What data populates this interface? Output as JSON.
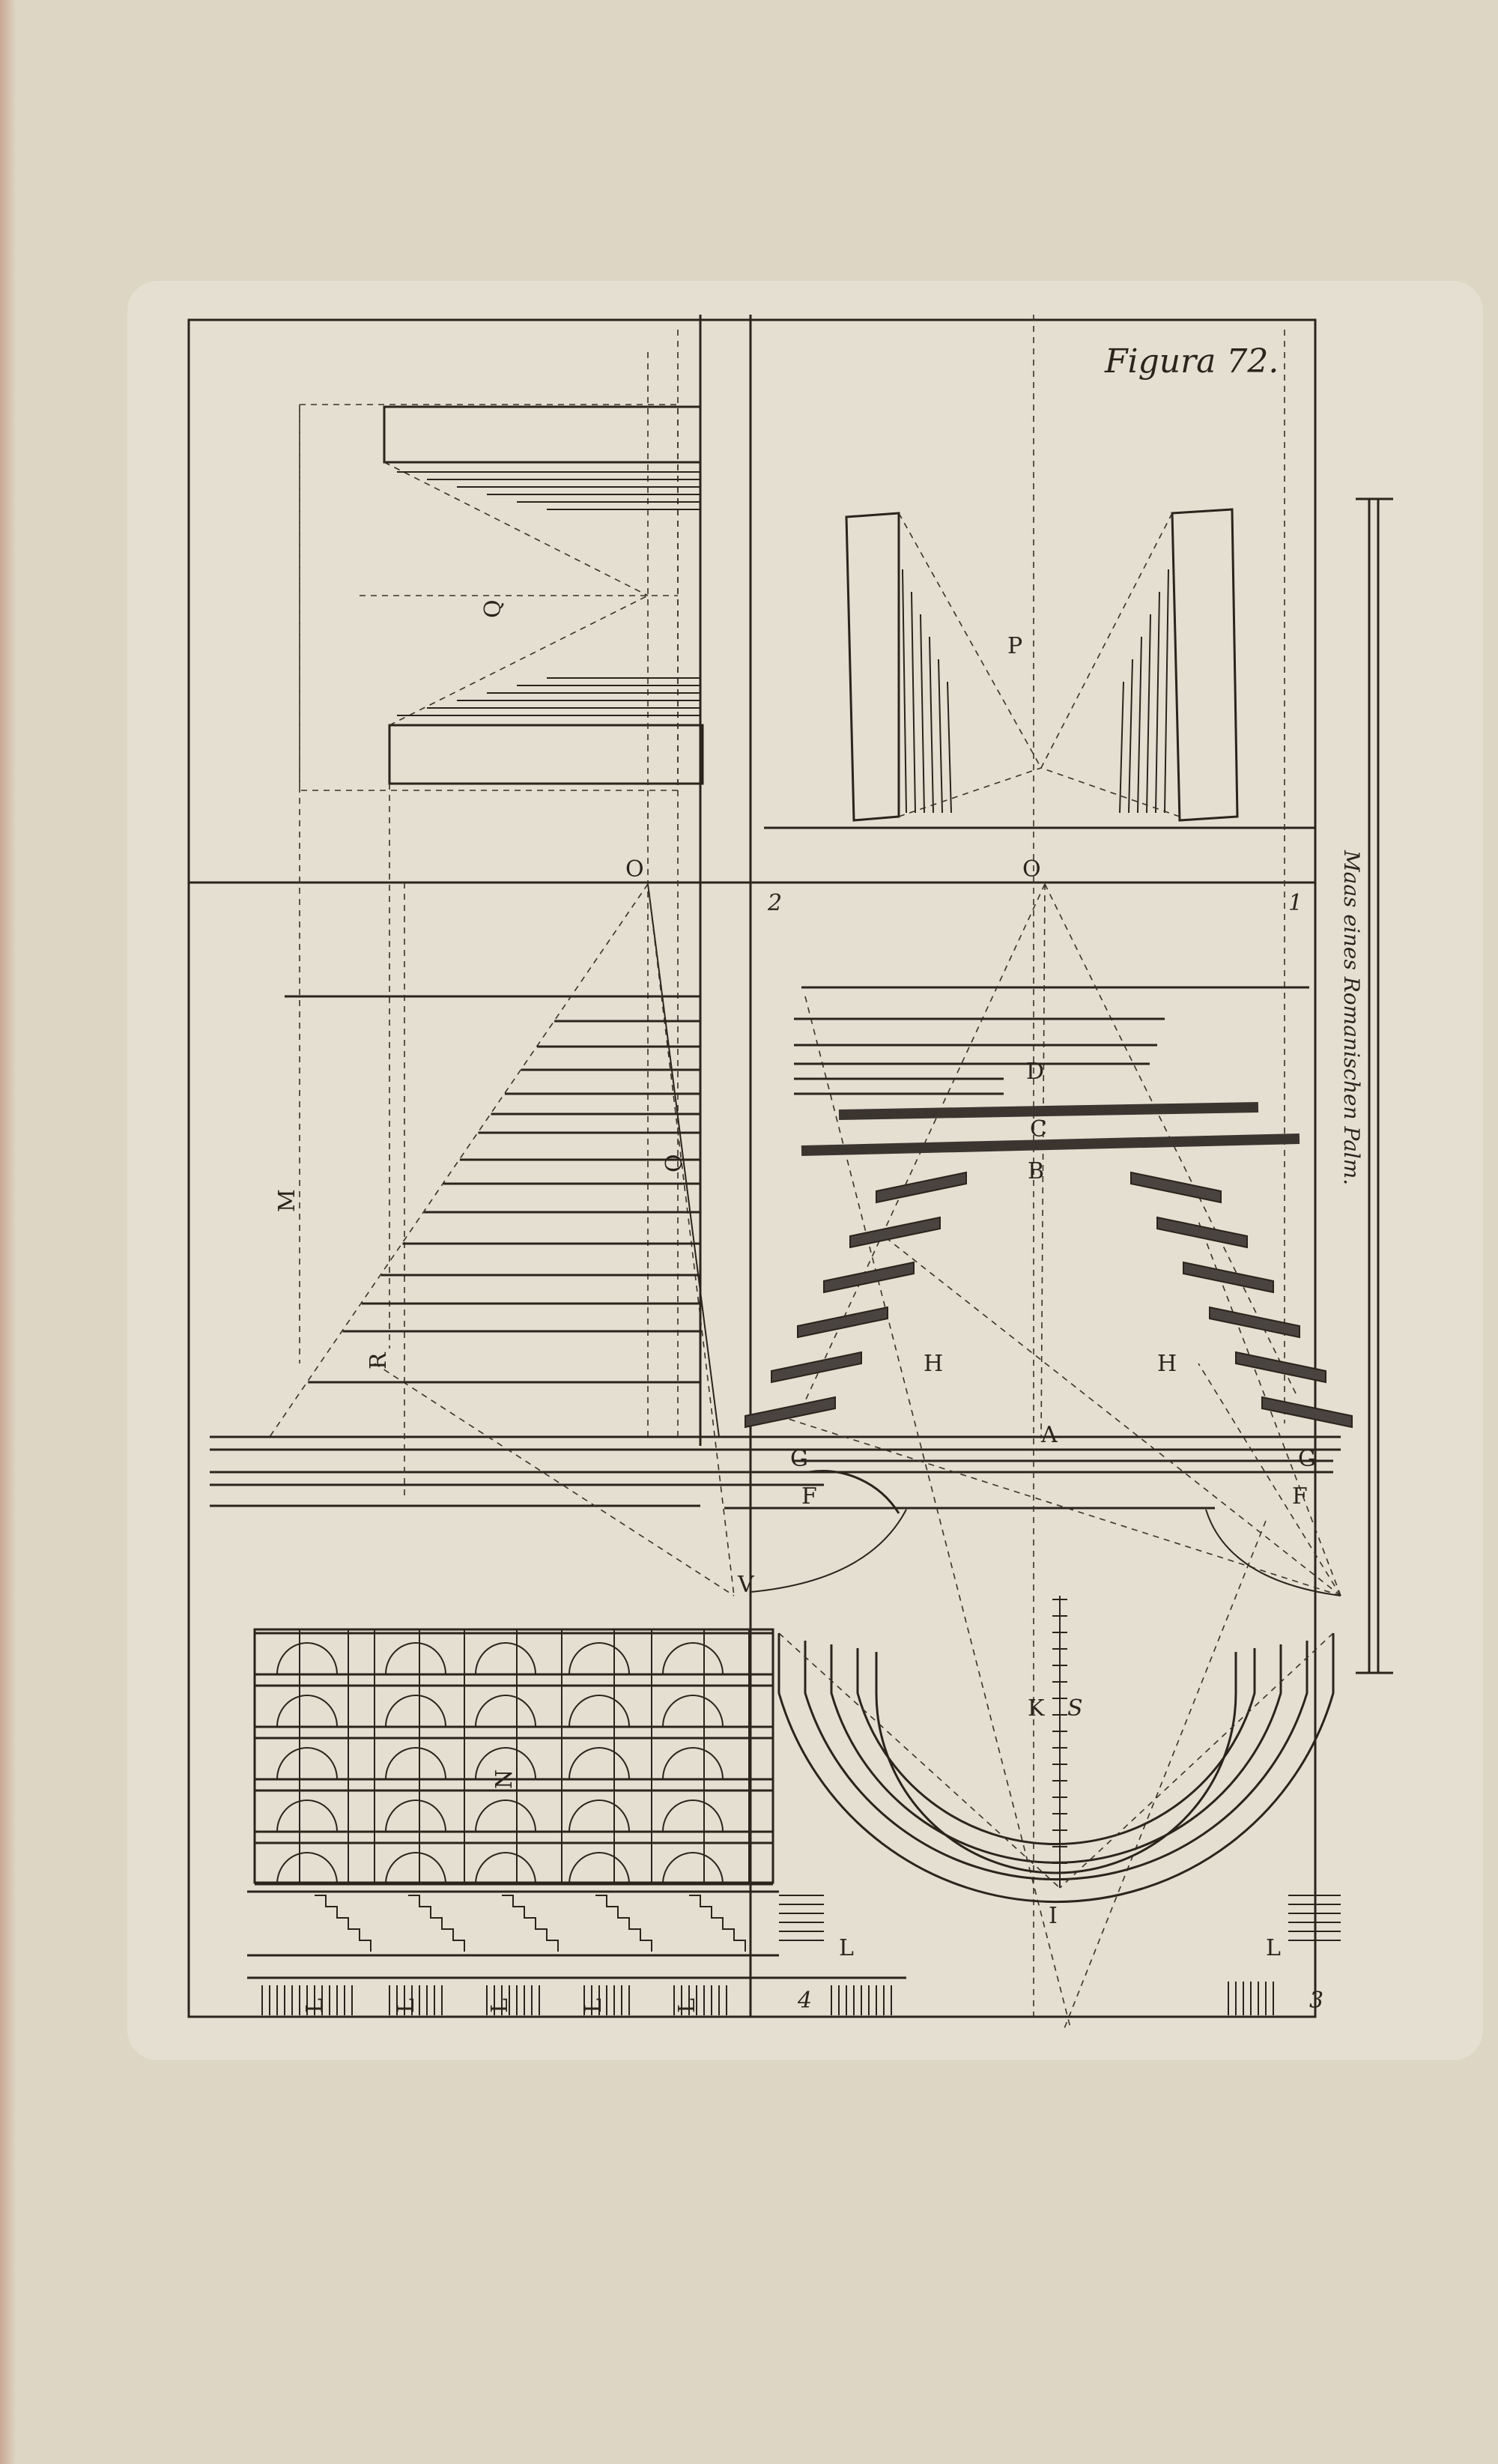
{
  "figure": {
    "title": "Figura 72.",
    "scale_caption": "Maas eines Romanischen Palm."
  },
  "labels": {
    "Q": "Q",
    "P": "P",
    "O_left": "O",
    "O_right": "O",
    "O_diag": "O",
    "n2": "2",
    "n1": "1",
    "D": "D",
    "C": "C",
    "B": "B",
    "M": "M",
    "R": "R",
    "H_left": "H",
    "H_right": "H",
    "G_left": "G",
    "G_right": "G",
    "A": "A",
    "F_left": "F",
    "F_right": "F",
    "V": "V",
    "K": "K",
    "S": "S",
    "N": "N",
    "I": "I",
    "L_mid": "L",
    "L_right": "L",
    "L_bottom": [
      "L",
      "L",
      "L",
      "L",
      "L"
    ],
    "n4": "4",
    "n3": "3"
  },
  "colors": {
    "paper": "#ddd6c4",
    "plate": "#e4dfd1",
    "ink": "#2a241c"
  }
}
